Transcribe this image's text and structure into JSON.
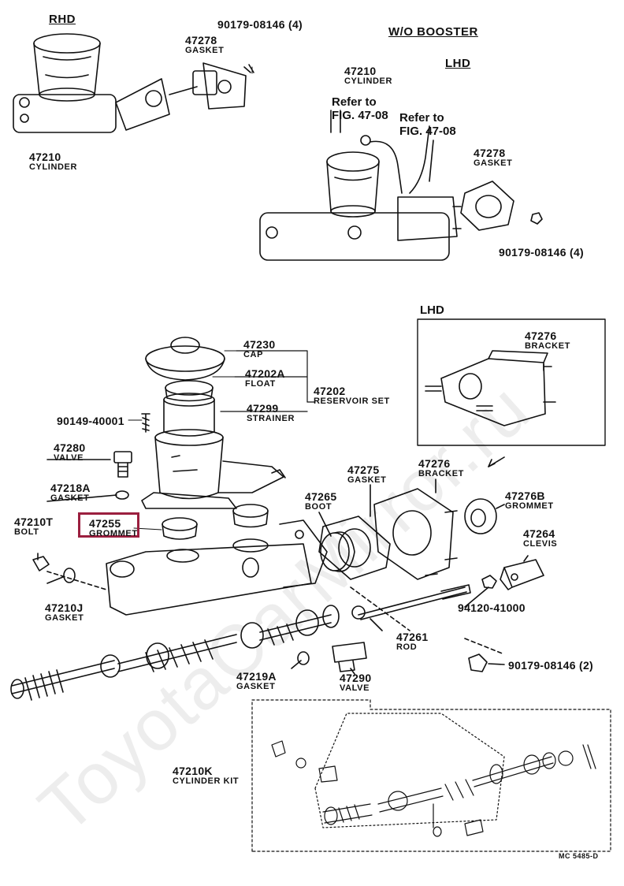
{
  "watermark": "ToyotaCarMirror.ru",
  "diagram_code": "MC 5485-D",
  "sections": {
    "rhd": "RHD",
    "wo_booster": "W/O BOOSTER",
    "lhd_top": "LHD",
    "lhd_bracket": "LHD"
  },
  "refer_notes": {
    "a_line1": "Refer to",
    "a_line2": "FIG. 47-08",
    "b_line1": "Refer to",
    "b_line2": "FIG. 47-08"
  },
  "highlight_color": "#9b1f3f",
  "parts": {
    "rhd_bolt": {
      "pn": "90179-08146 (4)"
    },
    "rhd_gasket": {
      "pn": "47278",
      "name": "GASKET"
    },
    "rhd_cylinder": {
      "pn": "47210",
      "name": "CYLINDER"
    },
    "lhd_cylinder": {
      "pn": "47210",
      "name": "CYLINDER"
    },
    "lhd_gasket": {
      "pn": "47278",
      "name": "GASKET"
    },
    "lhd_bolt": {
      "pn": "90179-08146 (4)"
    },
    "lhd_bracket": {
      "pn": "47276",
      "name": "BRACKET"
    },
    "cap": {
      "pn": "47230",
      "name": "CAP"
    },
    "float": {
      "pn": "47202A",
      "name": "FLOAT"
    },
    "reservoir_set": {
      "pn": "47202",
      "name": "RESERVOIR SET"
    },
    "strainer": {
      "pn": "47299",
      "name": "STRAINER"
    },
    "screw": {
      "pn": "90149-40001"
    },
    "valve_47280": {
      "pn": "47280",
      "name": "VALVE"
    },
    "gasket_47218a": {
      "pn": "47218A",
      "name": "GASKET"
    },
    "bolt_47210t": {
      "pn": "47210T",
      "name": "BOLT"
    },
    "grommet_47255": {
      "pn": "47255",
      "name": "GROMMET"
    },
    "gasket_47210j": {
      "pn": "47210J",
      "name": "GASKET"
    },
    "gasket_47275": {
      "pn": "47275",
      "name": "GASKET"
    },
    "bracket_47276": {
      "pn": "47276",
      "name": "BRACKET"
    },
    "boot_47265": {
      "pn": "47265",
      "name": "BOOT"
    },
    "grommet_47276b": {
      "pn": "47276B",
      "name": "GROMMET"
    },
    "clevis_47264": {
      "pn": "47264",
      "name": "CLEVIS"
    },
    "nut_94120": {
      "pn": "94120-41000"
    },
    "rod_47261": {
      "pn": "47261",
      "name": "ROD"
    },
    "bolt_90179_2": {
      "pn": "90179-08146 (2)"
    },
    "gasket_47219a": {
      "pn": "47219A",
      "name": "GASKET"
    },
    "valve_47290": {
      "pn": "47290",
      "name": "VALVE"
    },
    "kit_47210k": {
      "pn": "47210K",
      "name": "CYLINDER KIT"
    }
  }
}
